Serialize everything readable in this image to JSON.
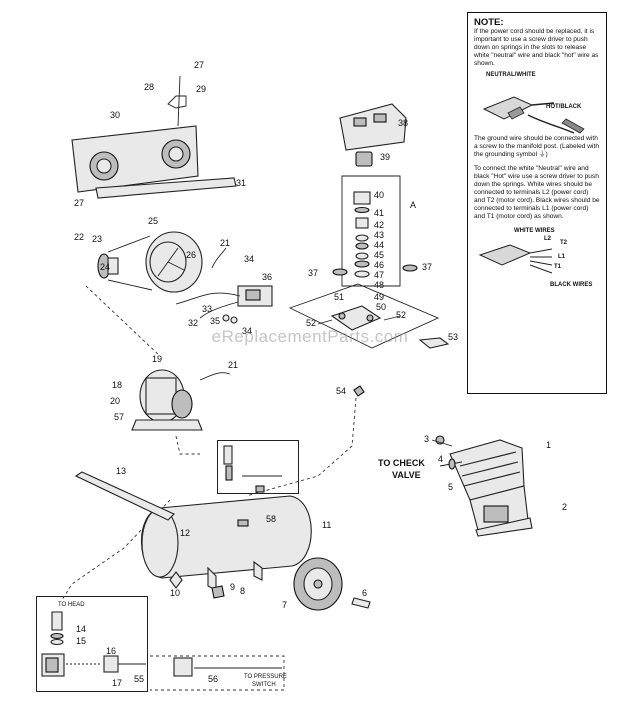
{
  "note": {
    "title": "NOTE:",
    "para1": "If the power cord should be replaced, it is important to use a screw driver to push down on springs in the slots to release white \"neutral\" wire and black \"hot\" wire as shown.",
    "label_neutral": "NEUTRAL/WHITE",
    "label_hot": "HOT/BLACK",
    "para2": "The ground wire should be connected with a screw to the manifold post. (Labeled with the grounding symbol ⏚)",
    "para3": "To connect the white \"Neutral\" wire and black \"Hot\" wire use a screw driver to push down the springs. White wires should be connected to terminals L2 (power cord) and T2 (motor cord). Black wires should be connected to terminals L1 (power cord) and T1 (motor cord) as shown.",
    "label_white_wires": "WHITE WIRES",
    "label_black_wires": "BLACK WIRES",
    "terminal_l2": "L2",
    "terminal_t2": "T2",
    "terminal_l1": "L1",
    "terminal_t1": "T1"
  },
  "labels": {
    "to_check_valve_1": "TO CHECK",
    "to_check_valve_2": "VALVE",
    "to_head": "TO HEAD",
    "to_pressure_1": "TO PRESSURE",
    "to_pressure_2": "SWITCH",
    "assembly_a": "A"
  },
  "watermark": "eReplacementParts.com",
  "callouts": [
    "1",
    "2",
    "3",
    "4",
    "5",
    "6",
    "7",
    "8",
    "9",
    "10",
    "11",
    "12",
    "13",
    "14",
    "15",
    "16",
    "17",
    "18",
    "19",
    "20",
    "21",
    "22",
    "23",
    "24",
    "25",
    "26",
    "27",
    "28",
    "29",
    "30",
    "31",
    "32",
    "33",
    "34",
    "35",
    "36",
    "37",
    "38",
    "39",
    "40",
    "41",
    "42",
    "43",
    "44",
    "45",
    "46",
    "47",
    "48",
    "49",
    "50",
    "51",
    "52",
    "53",
    "54",
    "55",
    "56",
    "57",
    "58"
  ]
}
